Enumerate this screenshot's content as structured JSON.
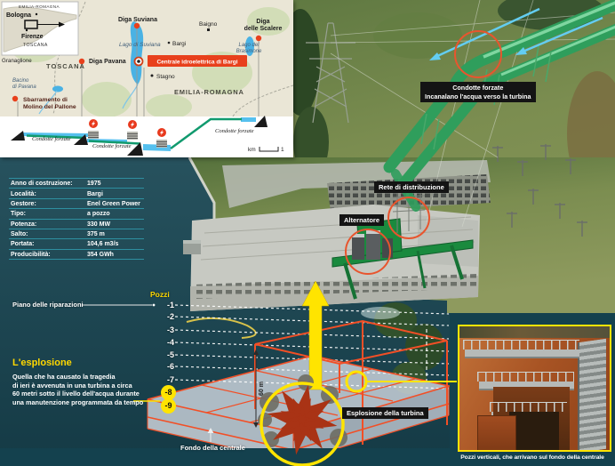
{
  "map": {
    "inset": {
      "region_top": "EMILIA-ROMAGNA",
      "city_bologna": "Bologna",
      "city_firenze": "Firenze",
      "region_bottom": "TOSCANA"
    },
    "places": {
      "diga_suviana": "Diga Suviana",
      "diga_pavana": "Diga Pavana",
      "diga_scalere_l1": "Diga",
      "diga_scalere_l2": "delle Scalere",
      "lago_suviana": "Lago di Suviana",
      "lago_brasimone_l1": "Lago del",
      "lago_brasimone_l2": "Brasimone",
      "bargi": "Bargi",
      "stagno": "Stagno",
      "baigno": "Baigno",
      "granaglione": "Granaglione",
      "toscana": "TOSCANA",
      "emilia_romagna": "EMILIA-ROMAGNA",
      "bacino_pavana_l1": "Bacino",
      "bacino_pavana_l2": "di Pavana",
      "sbarramento_l1": "Sbarramento di",
      "sbarramento_l2": "Molino del Pallone",
      "centrale": "Centrale idroelettrica di Bargi"
    },
    "cross_section": {
      "condotte_labels": [
        "Condotte forzate",
        "Condotte forzate",
        "Condotte forzate"
      ],
      "scale_unit": "km",
      "scale_value": "1"
    }
  },
  "table": {
    "rows": [
      {
        "label": "Anno di costruzione:",
        "value": "1975"
      },
      {
        "label": "Località:",
        "value": "Bargi"
      },
      {
        "label": "Gestore:",
        "value": "Enel Green Power"
      },
      {
        "label": "Tipo:",
        "value": "a pozzo"
      },
      {
        "label": "Potenza:",
        "value": "330 MW"
      },
      {
        "label": "Salto:",
        "value": "375 m"
      },
      {
        "label": "Portata:",
        "value": "104,6 m3/s"
      },
      {
        "label": "Producibilità:",
        "value": "354 GWh"
      }
    ]
  },
  "photo_annotations": {
    "condotte_tag_l1": "Condotte forzate",
    "condotte_tag_l2": "Incanalano l'acqua verso la turbina",
    "rete": "Rete di distribuzione",
    "alternatore": "Alternatore",
    "esplosione_tag": "Esplosione della turbina",
    "fondo": "Fondo della centrale",
    "piano": "Piano delle riparazioni",
    "pozzi": "Pozzi",
    "levels": [
      "-1",
      "-2",
      "-3",
      "-4",
      "-5",
      "-6",
      "-7"
    ],
    "level8": "-8",
    "level9": "-9",
    "depth": "60 m"
  },
  "explosion_block": {
    "title": "L'esplosione",
    "lines": [
      "Quella che ha causato la tragedia",
      "di ieri è avvenuta in una turbina a circa",
      "60 metri sotto il livello dell'acqua durante",
      "una manutenzione programmata da tempo"
    ]
  },
  "inset_photo": {
    "caption": "Pozzi verticali, che arrivano sul fondo della centrale"
  },
  "colors": {
    "accent_yellow": "#ffe400",
    "wireframe_red": "#f04f28",
    "map_red": "#e8401c",
    "teal_panel": "#14414e",
    "cyan_arrow": "#63cdf2",
    "pipe_green": "#2f9e5c",
    "label_bg": "#141414"
  }
}
